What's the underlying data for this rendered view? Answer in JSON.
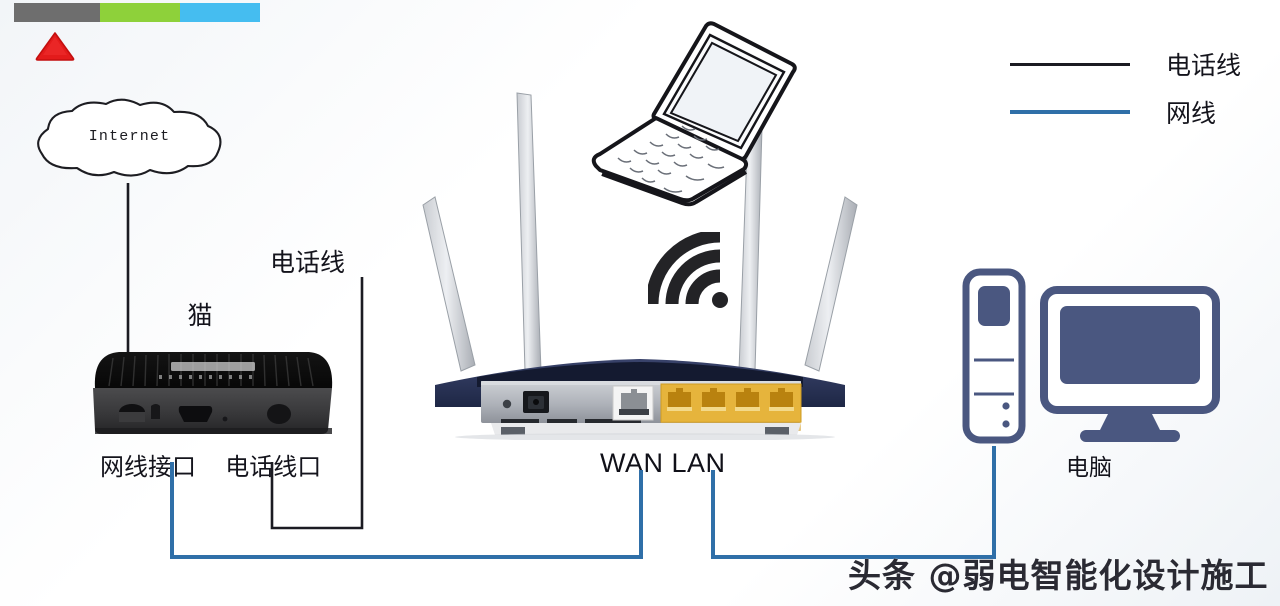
{
  "topbar": {
    "segments": [
      {
        "name": "gray-segment",
        "color": "#6e6e6e",
        "width": 86
      },
      {
        "name": "green-segment",
        "color": "#8ed13a",
        "width": 80
      },
      {
        "name": "blue-segment",
        "color": "#45bdf0",
        "width": 80
      }
    ]
  },
  "marker": {
    "color": "#e31b1b",
    "name": "red-triangle-marker"
  },
  "cloud": {
    "label": "Internet"
  },
  "legend": {
    "items": [
      {
        "label": "电话线",
        "color": "#1b1b22"
      },
      {
        "label": "网线",
        "color": "#2f6fa8"
      }
    ]
  },
  "devices": {
    "modem": {
      "label": "猫",
      "port_lan": "网线接口",
      "port_phone": "电话线口"
    },
    "router": {
      "ports_label": "WAN LAN",
      "wan_label": "WAN",
      "lan_label": "LAN",
      "antenna_count": 4,
      "lan_port_count": 4,
      "body_color": "#2b3558",
      "panel_color": "#b9bcc2",
      "lan_color": "#e2a41f"
    },
    "computer": {
      "label": "电脑",
      "color": "#4a5780"
    },
    "laptop": {
      "name": "laptop-illustration"
    },
    "wifi": {
      "name": "wifi-signal-icon"
    }
  },
  "cables": {
    "phone_mid_label": "电话线",
    "phone_color": "#1b1b22",
    "network_color": "#2f6fa8"
  },
  "watermark": {
    "text": "头条 @弱电智能化设计施工"
  }
}
